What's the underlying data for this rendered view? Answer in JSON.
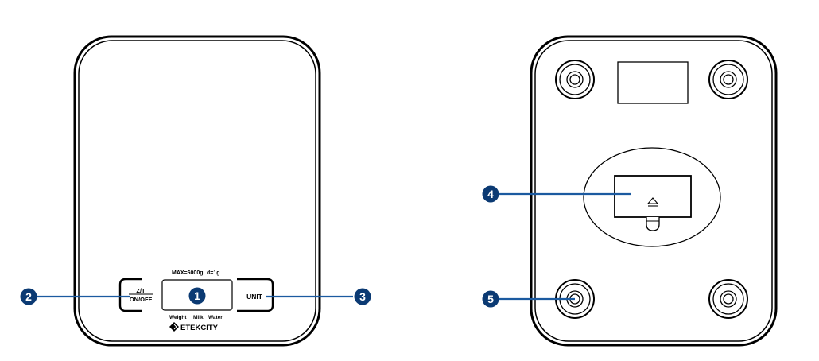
{
  "front": {
    "max_label": "MAX=6000g",
    "d_label": "d=1g",
    "zt_label": "Z/T",
    "onoff_label": "ON/OFF",
    "unit_label": "UNIT",
    "mode_weight": "Weight",
    "mode_milk": "Milk",
    "mode_water": "Water",
    "brand": "ETEKCITY"
  },
  "callouts": {
    "one": "1",
    "two": "2",
    "three": "3",
    "four": "4",
    "five": "5"
  },
  "colors": {
    "outline": "#000000",
    "callout_fill": "#0b3a73",
    "leader": "#1b5aa0"
  }
}
